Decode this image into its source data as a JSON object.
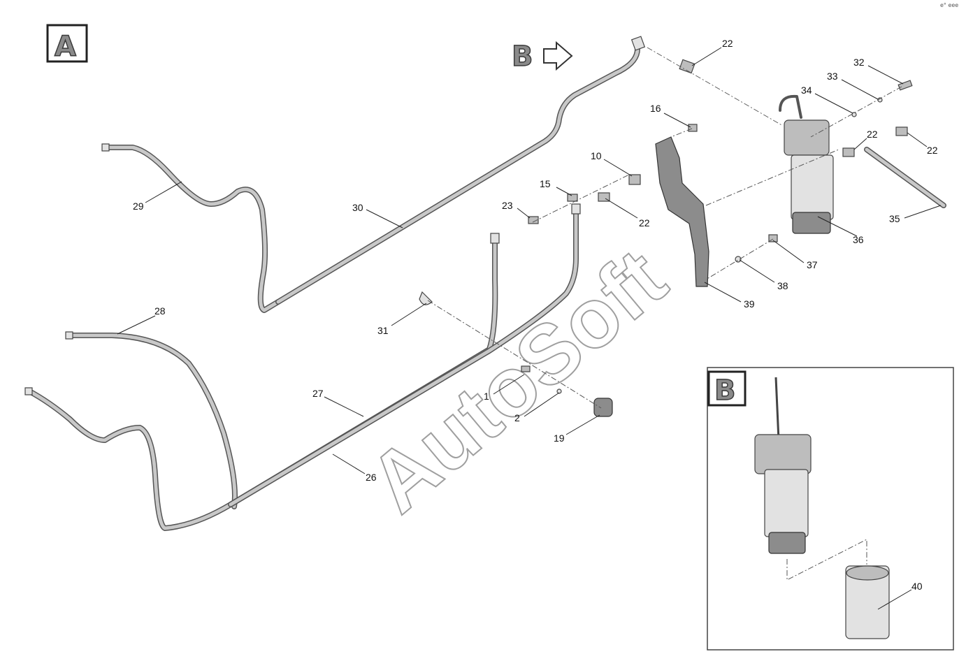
{
  "views": {
    "main_letter": "A",
    "detail_letter": "B",
    "pointer_letter": "B"
  },
  "corner_mark": "e° eee",
  "watermark": "AutoSoft",
  "callouts": [
    {
      "id": "c22a",
      "label": "22"
    },
    {
      "id": "c32",
      "label": "32"
    },
    {
      "id": "c33",
      "label": "33"
    },
    {
      "id": "c34",
      "label": "34"
    },
    {
      "id": "c16",
      "label": "16"
    },
    {
      "id": "c22b",
      "label": "22"
    },
    {
      "id": "c22c",
      "label": "22"
    },
    {
      "id": "c10",
      "label": "10"
    },
    {
      "id": "c15",
      "label": "15"
    },
    {
      "id": "c23",
      "label": "23"
    },
    {
      "id": "c22d",
      "label": "22"
    },
    {
      "id": "c29",
      "label": "29"
    },
    {
      "id": "c30",
      "label": "30"
    },
    {
      "id": "c36",
      "label": "36"
    },
    {
      "id": "c35",
      "label": "35"
    },
    {
      "id": "c37",
      "label": "37"
    },
    {
      "id": "c38",
      "label": "38"
    },
    {
      "id": "c39",
      "label": "39"
    },
    {
      "id": "c28",
      "label": "28"
    },
    {
      "id": "c31",
      "label": "31"
    },
    {
      "id": "c27",
      "label": "27"
    },
    {
      "id": "c1",
      "label": "1"
    },
    {
      "id": "c2",
      "label": "2"
    },
    {
      "id": "c19",
      "label": "19"
    },
    {
      "id": "c26",
      "label": "26"
    },
    {
      "id": "c40",
      "label": "40"
    }
  ]
}
